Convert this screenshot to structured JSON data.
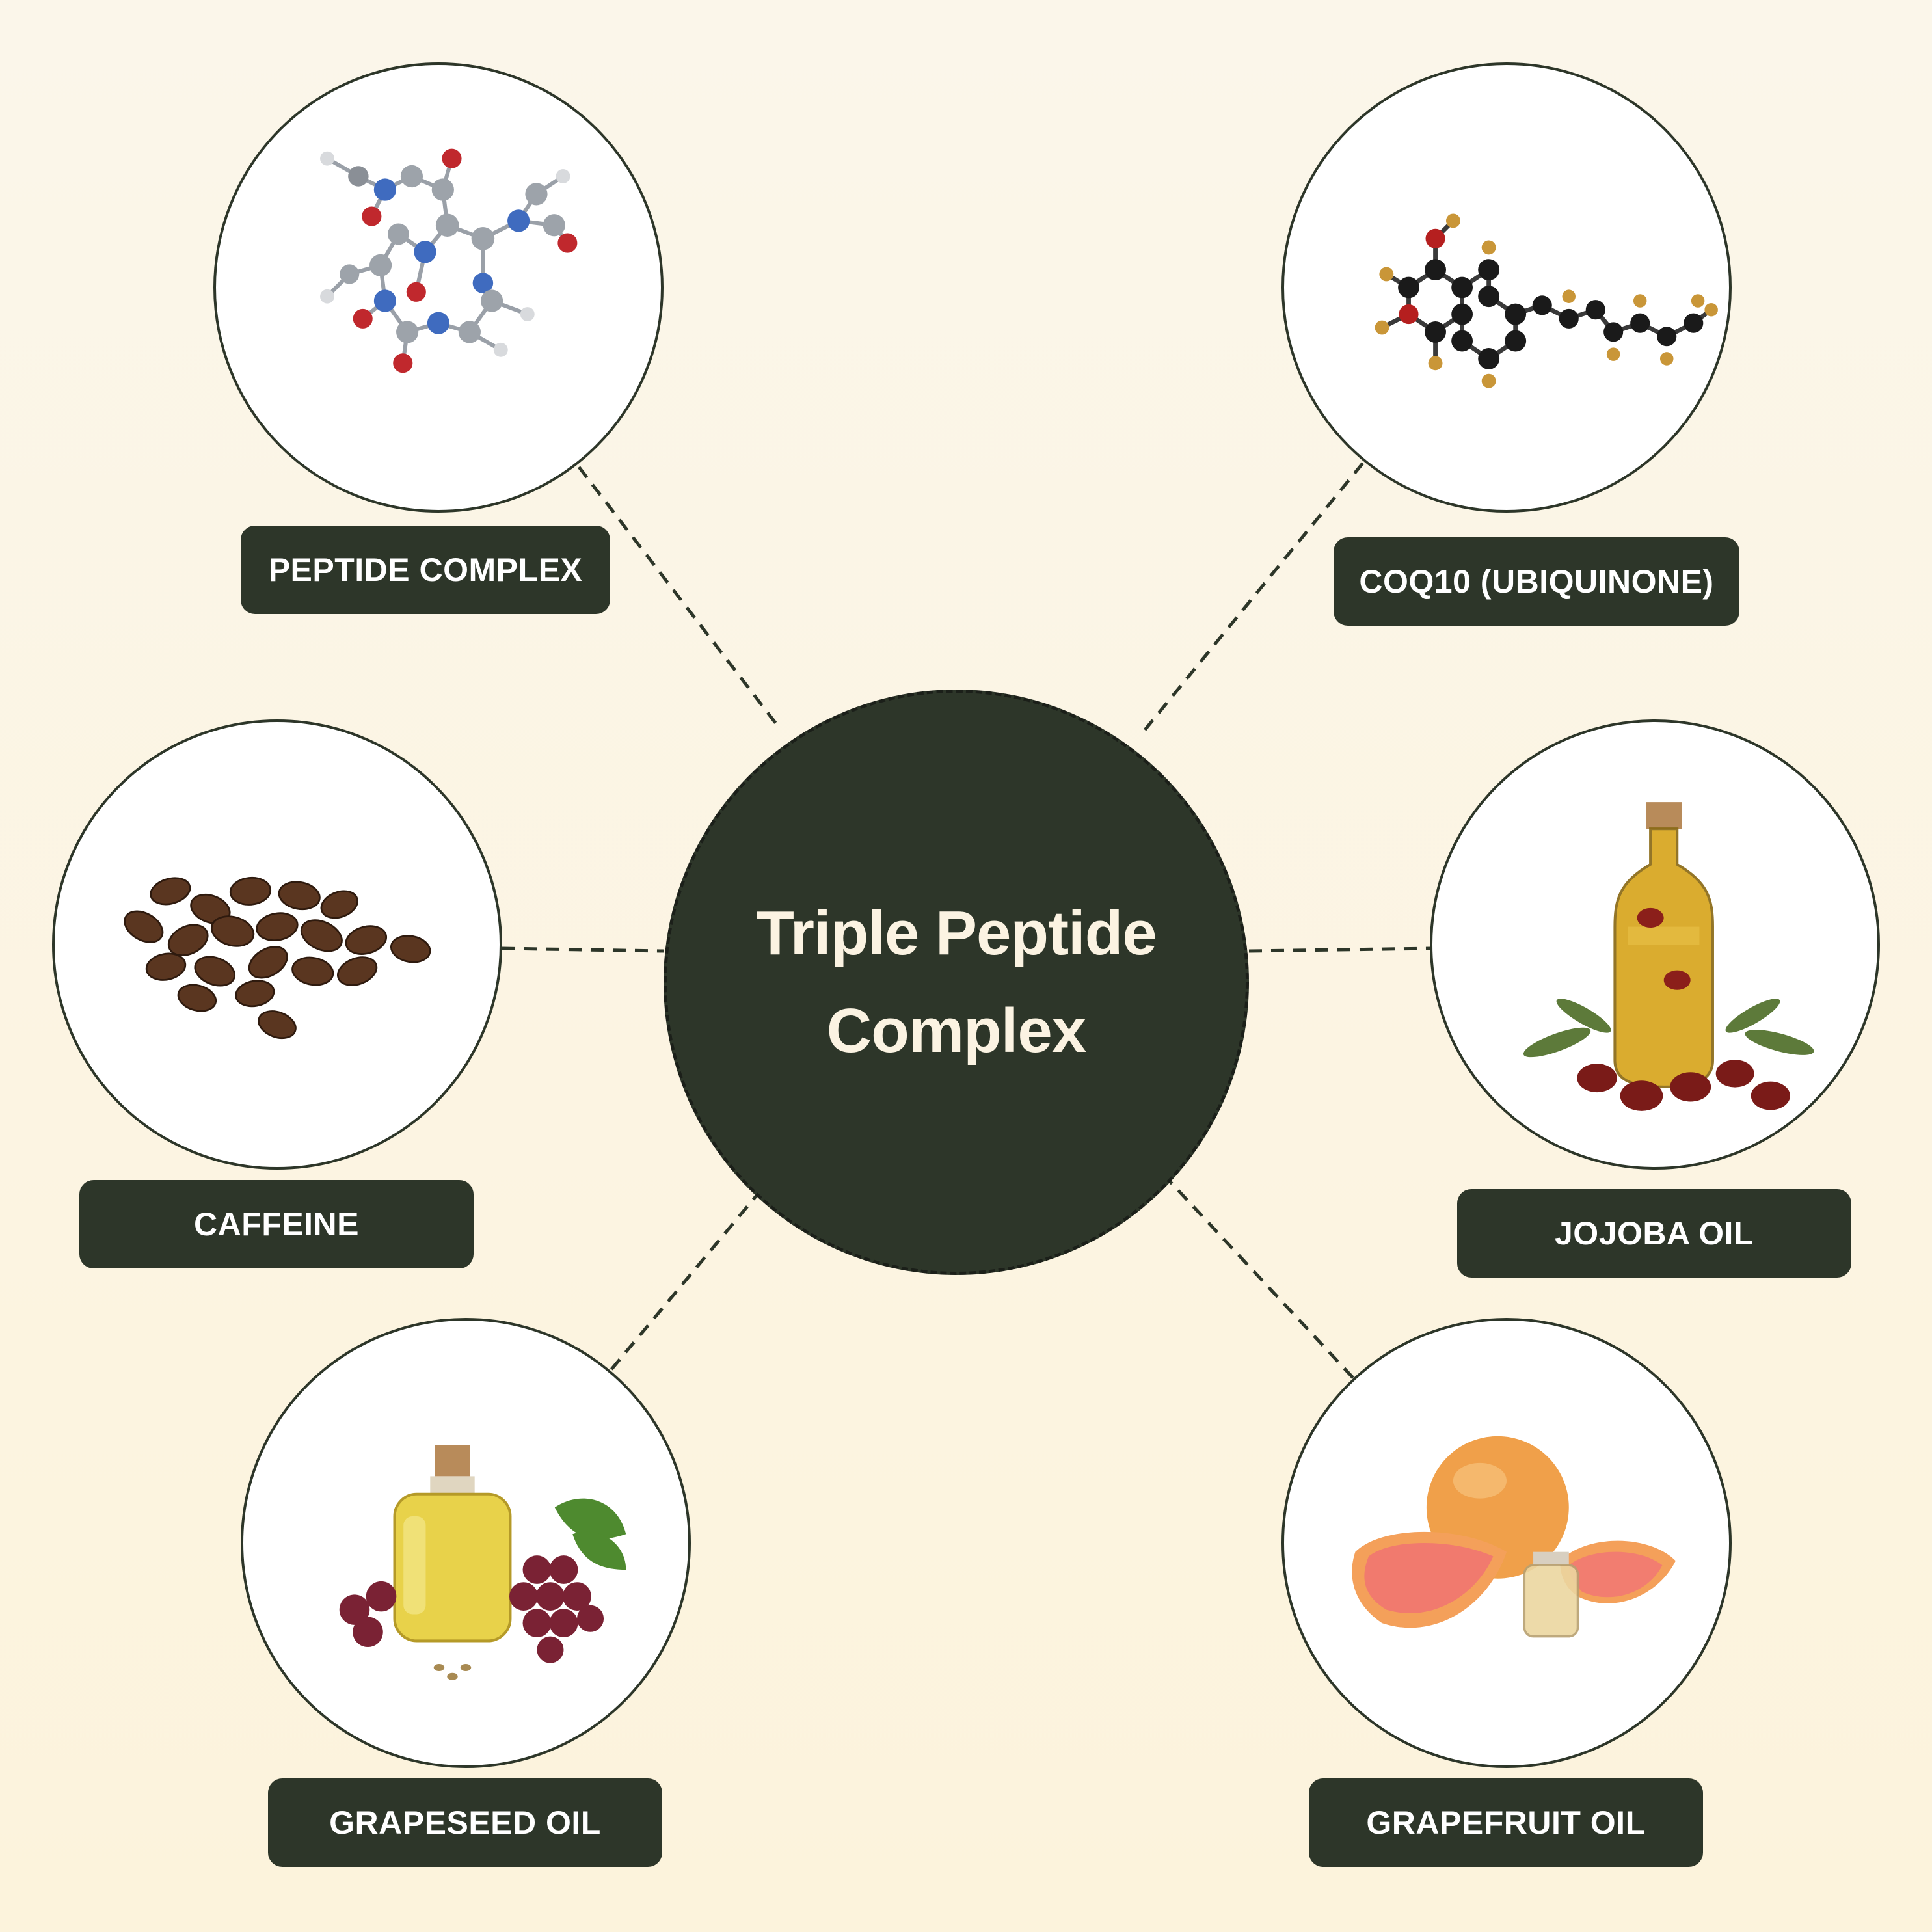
{
  "center": {
    "line1": "Triple Peptide",
    "line2": "Complex"
  },
  "ingredients": {
    "peptide": {
      "label": "PEPTIDE COMPLEX",
      "icon": "molecule-icon"
    },
    "coq10": {
      "label": "COQ10 (UBIQUINONE)",
      "icon": "ubiquinone-molecule-icon"
    },
    "caffeine": {
      "label": "CAFFEINE",
      "icon": "coffee-beans-icon"
    },
    "jojoba": {
      "label": "JOJOBA OIL",
      "icon": "jojoba-oil-bottle-icon"
    },
    "grapeseed": {
      "label": "GRAPESEED OIL",
      "icon": "grapeseed-oil-bottle-icon"
    },
    "grapefruit": {
      "label": "GRAPEFRUIT OIL",
      "icon": "grapefruit-icon"
    }
  },
  "colors": {
    "accent": "#2d3629",
    "background": "#fbf6ea",
    "center_text": "#fbf3e2"
  }
}
